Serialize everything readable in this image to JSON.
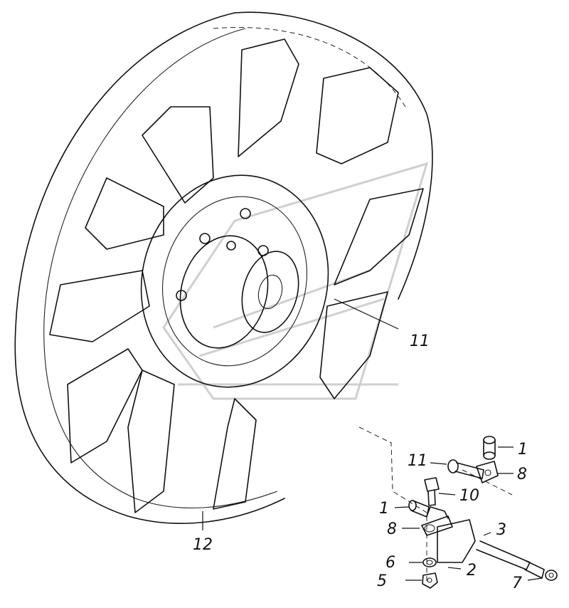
{
  "callouts": {
    "fan_upper": "11",
    "fan_bottom": "12",
    "bushing_top_right": "1",
    "bolt_top": "11",
    "bracket_top": "8",
    "bolt_short": "10",
    "bushing_left": "1",
    "bracket_left": "8",
    "rod": "3",
    "washer": "6",
    "plate": "2",
    "nut": "5",
    "end_nut": "7"
  }
}
